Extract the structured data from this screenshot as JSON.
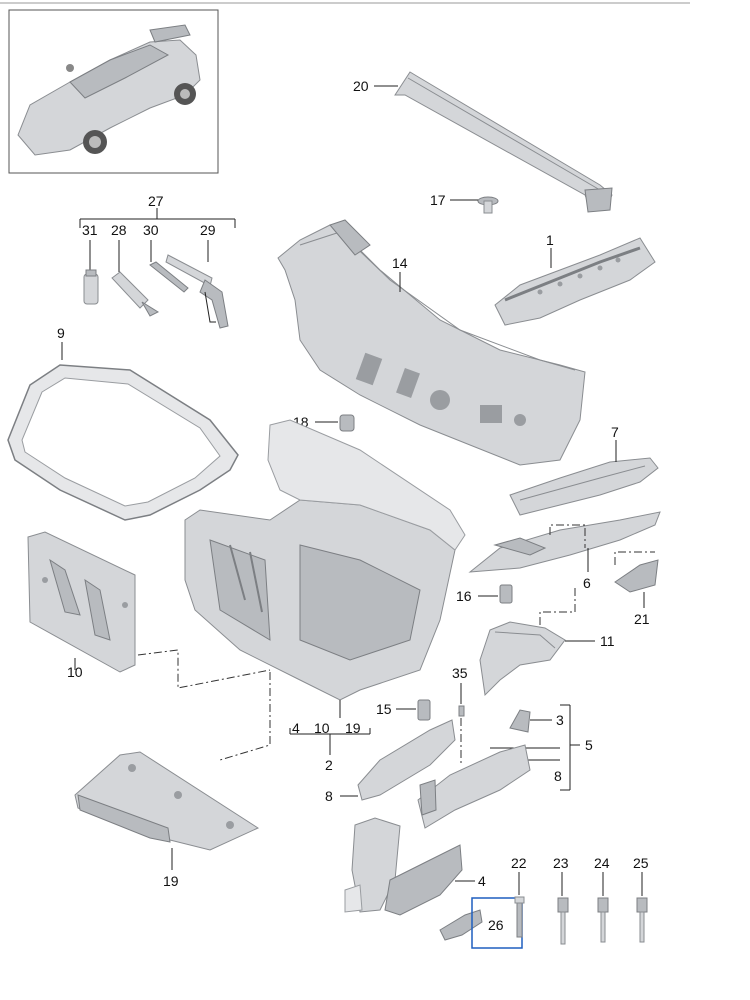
{
  "labels": {
    "n1": "1",
    "n2": "2",
    "n3": "3",
    "n4a": "4",
    "n4b": "4",
    "n5": "5",
    "n6": "6",
    "n7": "7",
    "n8a": "8",
    "n8b": "8",
    "n9": "9",
    "n10a": "10",
    "n10b": "10",
    "n11": "11",
    "n14": "14",
    "n15": "15",
    "n16": "16",
    "n17": "17",
    "n18": "18",
    "n19a": "19",
    "n19b": "19",
    "n20": "20",
    "n21": "21",
    "n22": "22",
    "n23": "23",
    "n24": "24",
    "n25": "25",
    "n26": "26",
    "n27": "27",
    "n28": "28",
    "n29": "29",
    "n30": "30",
    "n31": "31",
    "n35": "35"
  },
  "colors": {
    "part_fill": "#d4d6d9",
    "part_outline": "#8a8d91",
    "leader_line": "#222222",
    "highlight_box": "#1f5fbf"
  }
}
